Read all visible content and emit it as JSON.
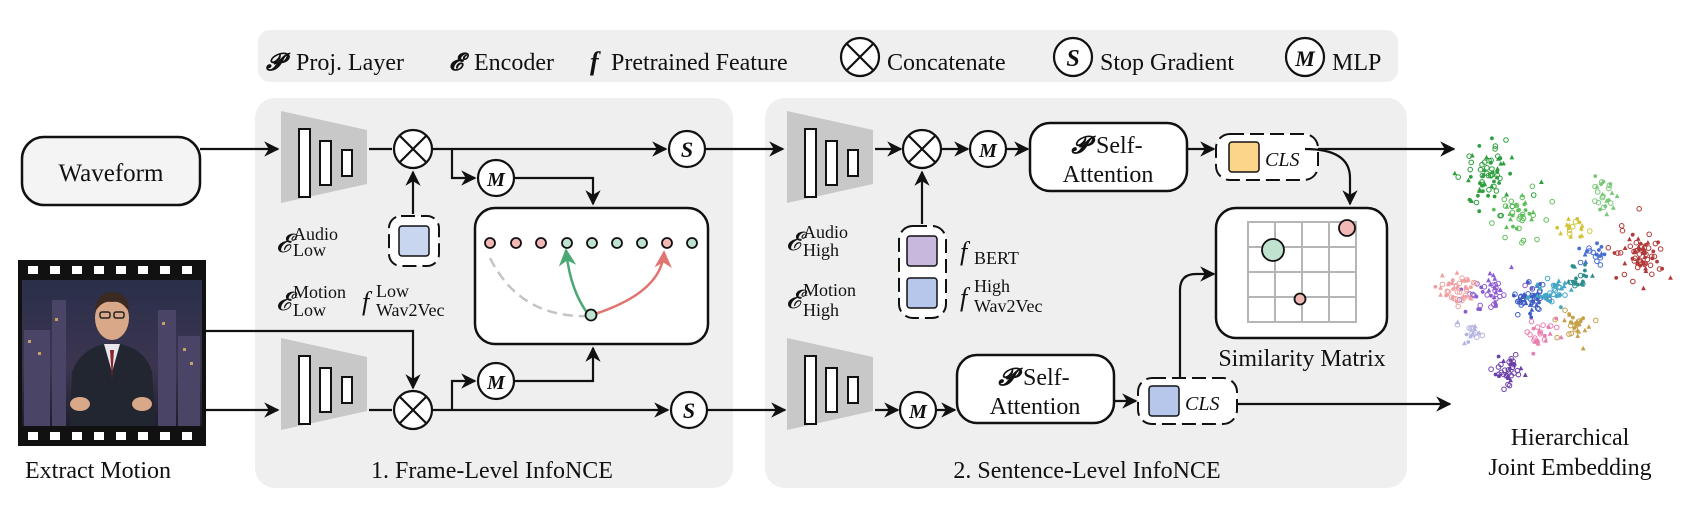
{
  "legend": {
    "proj": {
      "symbol": "𝓟",
      "label": "Proj. Layer"
    },
    "encoder": {
      "symbol": "𝓔",
      "label": "Encoder"
    },
    "pretrained": {
      "symbol": "f",
      "label": "Pretrained Feature"
    },
    "concat": {
      "symbol": "⊗",
      "label": "Concatenate"
    },
    "stop": {
      "symbol": "S",
      "label": "Stop Gradient"
    },
    "mlp": {
      "symbol": "M",
      "label": "MLP"
    }
  },
  "inputs": {
    "waveform": "Waveform",
    "extract_motion": "Extract Motion"
  },
  "frame_level": {
    "caption": "1. Frame-Level InfoNCE",
    "enc_audio": {
      "base": "𝓔",
      "sup": "Audio",
      "sub": "Low"
    },
    "enc_motion": {
      "base": "𝓔",
      "sup": "Motion",
      "sub": "Low"
    },
    "wav2vec_low": {
      "base": "f",
      "sup": "Low",
      "sub": "Wav2Vec"
    }
  },
  "sentence_level": {
    "caption": "2. Sentence-Level InfoNCE",
    "enc_audio": {
      "base": "𝓔",
      "sup": "Audio",
      "sub": "High"
    },
    "enc_motion": {
      "base": "𝓔",
      "sup": "Motion",
      "sub": "High"
    },
    "bert": {
      "base": "f",
      "sub": "BERT"
    },
    "wav2vec_high": {
      "base": "f",
      "sup": "High",
      "sub": "Wav2Vec"
    },
    "self_attention_top": {
      "sym": "𝓟",
      "line1": "Self-",
      "line2": "Attention"
    },
    "self_attention_bottom": {
      "sym": "𝓟",
      "line1": "Self-",
      "line2": "Attention"
    },
    "cls": "CLS",
    "similarity": "Similarity Matrix"
  },
  "output": {
    "line1": "Hierarchical",
    "line2": "Joint Embedding"
  },
  "colors": {
    "panel": "#efefef",
    "legend_bg": "#efefef",
    "token_yellow": "#fcd58a",
    "token_blue": "#b7c7ec",
    "token_purple": "#c9b8dd",
    "token_lightblue": "#c9d6f0",
    "dot_pink": "#f2b8b6",
    "dot_green": "#bfe3cf",
    "arrow_green": "#4aa874",
    "arrow_red": "#e0756f",
    "encoder_gray": "#c8c8c8"
  }
}
